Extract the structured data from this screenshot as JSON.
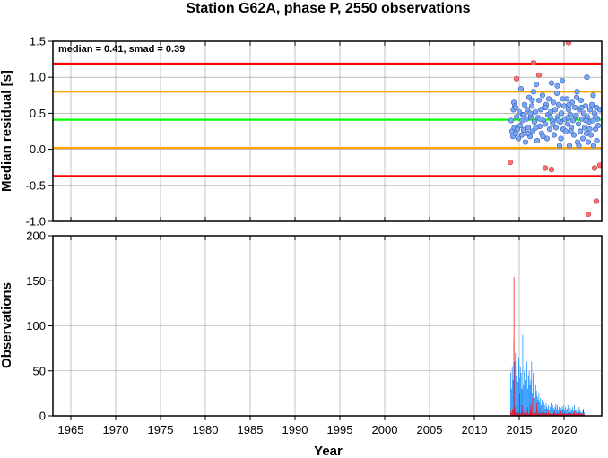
{
  "chart_data": [
    {
      "type": "scatter",
      "title": "Station G62A, phase P, 2550 observations",
      "ylabel": "Median residual [s]",
      "ylim": [
        -1.0,
        1.5
      ],
      "xlim": [
        1963,
        2024.2
      ],
      "grid": true,
      "yticks": [
        "1.5",
        "1.0",
        "0.5",
        "0.0",
        "-0.5",
        "-1.0"
      ],
      "annotation": "median = 0.41, smad = 0.39",
      "reference_lines": [
        {
          "y": 1.19,
          "color": "#ff0000",
          "meaning": "upper outer bound"
        },
        {
          "y": 0.8,
          "color": "#ffa500",
          "meaning": "upper inner bound"
        },
        {
          "y": 0.41,
          "color": "#00ff00",
          "meaning": "median"
        },
        {
          "y": 0.02,
          "color": "#ffa500",
          "meaning": "lower inner bound"
        },
        {
          "y": -0.37,
          "color": "#ff0000",
          "meaning": "lower outer bound"
        }
      ],
      "inliers": [
        [
          2014.1,
          0.4
        ],
        [
          2014.2,
          0.25
        ],
        [
          2014.3,
          0.18
        ],
        [
          2014.35,
          0.55
        ],
        [
          2014.4,
          0.65
        ],
        [
          2014.45,
          0.3
        ],
        [
          2014.5,
          0.6
        ],
        [
          2014.6,
          0.22
        ],
        [
          2014.7,
          0.45
        ],
        [
          2014.8,
          0.28
        ],
        [
          2014.9,
          0.15
        ],
        [
          2015.0,
          0.52
        ],
        [
          2015.1,
          0.33
        ],
        [
          2015.2,
          0.84
        ],
        [
          2015.3,
          0.2
        ],
        [
          2015.4,
          0.48
        ],
        [
          2015.5,
          0.27
        ],
        [
          2015.6,
          0.62
        ],
        [
          2015.7,
          0.1
        ],
        [
          2015.8,
          0.42
        ],
        [
          2015.9,
          0.55
        ],
        [
          2016.0,
          0.3
        ],
        [
          2016.1,
          0.72
        ],
        [
          2016.2,
          0.18
        ],
        [
          2016.3,
          0.45
        ],
        [
          2016.4,
          0.6
        ],
        [
          2016.5,
          0.25
        ],
        [
          2016.6,
          0.8
        ],
        [
          2016.7,
          0.38
        ],
        [
          2016.8,
          0.52
        ],
        [
          2016.9,
          0.9
        ],
        [
          2017.0,
          0.12
        ],
        [
          2017.1,
          0.44
        ],
        [
          2017.2,
          0.68
        ],
        [
          2017.3,
          0.32
        ],
        [
          2017.4,
          0.55
        ],
        [
          2017.5,
          0.22
        ],
        [
          2017.6,
          0.75
        ],
        [
          2017.7,
          0.4
        ],
        [
          2017.8,
          0.58
        ],
        [
          2017.9,
          0.35
        ],
        [
          2018.0,
          0.62
        ],
        [
          2018.1,
          0.15
        ],
        [
          2018.2,
          0.48
        ],
        [
          2018.3,
          0.7
        ],
        [
          2018.4,
          0.28
        ],
        [
          2018.5,
          0.52
        ],
        [
          2018.6,
          0.92
        ],
        [
          2018.7,
          0.4
        ],
        [
          2018.8,
          0.65
        ],
        [
          2018.9,
          0.2
        ],
        [
          2019.0,
          0.55
        ],
        [
          2019.1,
          0.3
        ],
        [
          2019.2,
          0.78
        ],
        [
          2019.3,
          0.45
        ],
        [
          2019.4,
          0.62
        ],
        [
          2019.5,
          0.05
        ],
        [
          2019.6,
          0.38
        ],
        [
          2019.7,
          0.5
        ],
        [
          2019.8,
          0.95
        ],
        [
          2019.9,
          0.28
        ],
        [
          2020.0,
          0.6
        ],
        [
          2020.1,
          0.42
        ],
        [
          2020.2,
          0.25
        ],
        [
          2020.3,
          0.7
        ],
        [
          2020.4,
          0.35
        ],
        [
          2020.5,
          0.55
        ],
        [
          2020.6,
          0.05
        ],
        [
          2020.7,
          0.48
        ],
        [
          2020.8,
          0.3
        ],
        [
          2020.9,
          0.65
        ],
        [
          2021.0,
          0.4
        ],
        [
          2021.1,
          0.2
        ],
        [
          2021.2,
          0.58
        ],
        [
          2021.3,
          0.45
        ],
        [
          2021.4,
          0.72
        ],
        [
          2021.5,
          0.1
        ],
        [
          2021.6,
          0.35
        ],
        [
          2021.7,
          0.55
        ],
        [
          2021.8,
          0.25
        ],
        [
          2021.9,
          0.68
        ],
        [
          2022.0,
          0.42
        ],
        [
          2022.1,
          0.15
        ],
        [
          2022.2,
          0.5
        ],
        [
          2022.3,
          0.3
        ],
        [
          2022.4,
          0.6
        ],
        [
          2022.5,
          0.22
        ],
        [
          2022.6,
          0.45
        ],
        [
          2022.7,
          0.1
        ],
        [
          2022.8,
          0.38
        ],
        [
          2022.9,
          0.55
        ],
        [
          2023.0,
          0.2
        ],
        [
          2023.1,
          0.62
        ],
        [
          2023.2,
          0.4
        ],
        [
          2023.3,
          0.05
        ],
        [
          2023.4,
          0.5
        ],
        [
          2023.5,
          0.28
        ],
        [
          2023.6,
          0.58
        ],
        [
          2023.7,
          0.42
        ],
        [
          2023.8,
          0.33
        ],
        [
          2014.6,
          0.58
        ],
        [
          2015.35,
          0.4
        ],
        [
          2016.25,
          0.5
        ],
        [
          2017.35,
          0.42
        ],
        [
          2018.45,
          0.45
        ],
        [
          2019.35,
          0.4
        ],
        [
          2020.45,
          0.44
        ],
        [
          2021.35,
          0.47
        ],
        [
          2022.45,
          0.4
        ],
        [
          2023.55,
          0.45
        ],
        [
          2015.95,
          0.22
        ],
        [
          2016.85,
          0.3
        ],
        [
          2017.65,
          0.18
        ],
        [
          2018.75,
          0.35
        ],
        [
          2019.65,
          0.15
        ],
        [
          2020.75,
          0.25
        ],
        [
          2021.65,
          0.05
        ],
        [
          2022.85,
          0.28
        ],
        [
          2023.65,
          0.12
        ],
        [
          2024.0,
          0.55
        ],
        [
          2019.25,
          0.88
        ],
        [
          2021.45,
          0.8
        ],
        [
          2022.55,
          1.0
        ],
        [
          2016.45,
          0.68
        ],
        [
          2020.55,
          0.62
        ],
        [
          2023.25,
          0.75
        ],
        [
          2017.95,
          0.58
        ],
        [
          2015.55,
          0.48
        ],
        [
          2019.85,
          0.7
        ],
        [
          2021.95,
          0.58
        ]
      ],
      "outliers": [
        [
          2014.0,
          -0.18
        ],
        [
          2014.7,
          0.98
        ],
        [
          2016.6,
          1.2
        ],
        [
          2017.2,
          1.03
        ],
        [
          2017.9,
          -0.26
        ],
        [
          2018.6,
          -0.28
        ],
        [
          2020.5,
          1.48
        ],
        [
          2022.7,
          -0.9
        ],
        [
          2023.4,
          -0.26
        ],
        [
          2023.6,
          -0.72
        ],
        [
          2024.0,
          -0.22
        ]
      ],
      "inlier_color": "#7aa7f7",
      "outlier_color": "#ff6f6f"
    },
    {
      "type": "bar",
      "ylabel": "Observations",
      "xlabel": "Year",
      "ylim": [
        0,
        200
      ],
      "xlim": [
        1963,
        2024.2
      ],
      "grid": true,
      "yticks": [
        "200",
        "150",
        "100",
        "50",
        "0"
      ],
      "xticks": [
        "1965",
        "1970",
        "1975",
        "1980",
        "1985",
        "1990",
        "1995",
        "2000",
        "2005",
        "2010",
        "2015",
        "2020"
      ],
      "bin_start": 2014.0,
      "bin_width": 0.09,
      "series": [
        {
          "color": "#1e90ff",
          "values": [
            48,
            30,
            55,
            40,
            85,
            60,
            70,
            45,
            50,
            38,
            65,
            42,
            55,
            48,
            30,
            90,
            35,
            50,
            98,
            40,
            60,
            30,
            45,
            50,
            35,
            40,
            60,
            25,
            48,
            30,
            20,
            35,
            28,
            22,
            18,
            25,
            15,
            20,
            12,
            18,
            10,
            15,
            12,
            8,
            14,
            10,
            8,
            12,
            6,
            10,
            14,
            8,
            12,
            9,
            6,
            10,
            13,
            8,
            12,
            7,
            10,
            14,
            9,
            6,
            11,
            8,
            12,
            7,
            10,
            6,
            8,
            12,
            5,
            9,
            4,
            8,
            6,
            10,
            5,
            12,
            7,
            6,
            4,
            8,
            5,
            10,
            6,
            4,
            3,
            5,
            8,
            4
          ]
        },
        {
          "color": "#ff0000",
          "values": [
            5,
            3,
            8,
            6,
            154,
            10,
            4,
            2,
            20,
            5,
            3,
            25,
            2,
            4,
            12,
            3,
            6,
            2,
            5,
            3,
            4,
            10,
            2,
            3,
            8,
            12,
            4,
            20,
            2,
            5,
            3,
            4,
            14,
            6,
            2,
            3,
            8,
            2,
            4,
            3,
            2,
            5,
            3,
            2,
            4,
            2,
            3,
            6,
            2,
            3,
            2,
            4,
            2,
            3,
            5,
            2,
            3,
            2,
            4,
            2,
            3,
            2,
            5,
            2,
            3,
            2,
            4,
            2,
            3,
            2,
            2,
            3,
            2,
            4,
            2,
            3,
            2,
            2,
            3,
            5,
            2,
            3,
            2,
            2,
            3,
            2,
            4,
            2,
            3,
            2,
            6,
            2
          ]
        }
      ]
    }
  ]
}
